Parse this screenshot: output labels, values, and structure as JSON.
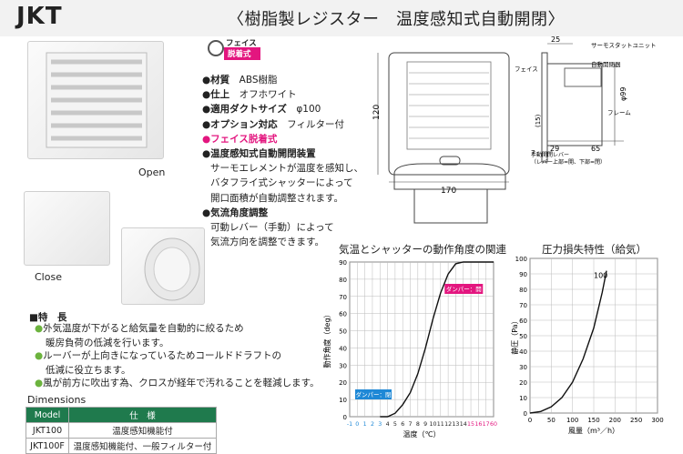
{
  "header": {
    "model_code": "JKT",
    "title": "〈樹脂製レジスター　温度感知式自動開閉〉"
  },
  "badge": {
    "line1": "フェイス",
    "line2": "脱着式"
  },
  "product_photos": {
    "open_label": "Open",
    "close_label": "Close"
  },
  "specs": [
    {
      "label": "●材質",
      "value": "ABS樹脂"
    },
    {
      "label": "●仕上",
      "value": "オフホワイト"
    },
    {
      "label": "●適用ダクトサイズ",
      "value": "φ100"
    },
    {
      "label": "●オプション対応",
      "value": "フィルター付"
    }
  ],
  "face_removable": "●フェイス脱着式",
  "auto_device": {
    "heading": "●温度感知式自動開閉装置",
    "lines": [
      "サーモエレメントが温度を感知し、",
      "バタフライ式シャッターによって",
      "開口面積が自動調整されます。"
    ]
  },
  "airflow": {
    "heading": "●気流角度調整",
    "lines": [
      "可動レバー（手動）によって",
      "気流方向を調整できます。"
    ]
  },
  "drawing": {
    "dim_120": "120",
    "dim_170": "170",
    "dim_25": "25",
    "dim_29": "29",
    "dim_65": "65",
    "dim_phi99": "φ99",
    "dim_7": "7",
    "dim_15": "(15)",
    "thermo_unit": "サーモスタットユニット",
    "face": "フェイス",
    "auto_damper": "自動開閉器",
    "frame": "フレーム",
    "lever_line1": "手動開閉レバー",
    "lever_line2": "（レバー上部=開、下部=閉）"
  },
  "features": {
    "heading": "■特　長",
    "items": [
      {
        "lines": [
          "外気温度が下がると給気量を自動的に絞るため",
          "暖房負荷の低減を行います。"
        ]
      },
      {
        "lines": [
          "ルーバーが上向きになっているためコールドドラフトの",
          "低減に役立ちます。"
        ]
      },
      {
        "lines": [
          "風が前方に吹出す為、クロスが経年で汚れることを軽減します。"
        ]
      }
    ]
  },
  "dimensions": {
    "heading": "Dimensions",
    "headers": [
      "Model",
      "仕　様"
    ],
    "rows": [
      [
        "JKT100",
        "温度感知機能付"
      ],
      [
        "JKT100F",
        "温度感知機能付、一般フィルター付"
      ]
    ]
  },
  "chart_data": [
    {
      "type": "line",
      "title": "気温とシャッターの動作角度の関連",
      "xlabel": "温度（℃）",
      "ylabel": "動作角度（deg）",
      "x_ticks": [
        "-1",
        "0",
        "1",
        "2",
        "3",
        "4",
        "5",
        "6",
        "7",
        "8",
        "9",
        "10",
        "11",
        "12",
        "13",
        "14",
        "15",
        "16",
        "17",
        "60"
      ],
      "y_ticks": [
        0,
        10,
        20,
        30,
        40,
        50,
        60,
        70,
        80,
        90
      ],
      "ylim": [
        0,
        90
      ],
      "annotations": [
        "ダンパー：開",
        "ダンパー：閉"
      ],
      "series": [
        {
          "x": [
            3,
            4,
            5,
            6,
            7,
            8,
            9,
            10,
            11,
            12,
            13,
            14,
            15,
            16,
            17,
            60
          ],
          "y": [
            0,
            0,
            2,
            7,
            14,
            25,
            40,
            57,
            72,
            83,
            89,
            90,
            90,
            90,
            90,
            90
          ]
        }
      ]
    },
    {
      "type": "line",
      "title": "圧力損失特性（給気）",
      "xlabel": "風量（m³／h）",
      "ylabel": "静圧（Pa）",
      "x_ticks": [
        0,
        50,
        100,
        150,
        200,
        250,
        300
      ],
      "y_ticks": [
        0,
        10,
        20,
        30,
        40,
        50,
        60,
        70,
        80,
        90,
        100
      ],
      "xlim": [
        0,
        300
      ],
      "ylim": [
        0,
        100
      ],
      "series": [
        {
          "name": "100",
          "x": [
            0,
            25,
            50,
            75,
            100,
            125,
            150,
            170,
            180
          ],
          "y": [
            0,
            1,
            4,
            10,
            20,
            35,
            55,
            78,
            92
          ]
        }
      ]
    }
  ]
}
